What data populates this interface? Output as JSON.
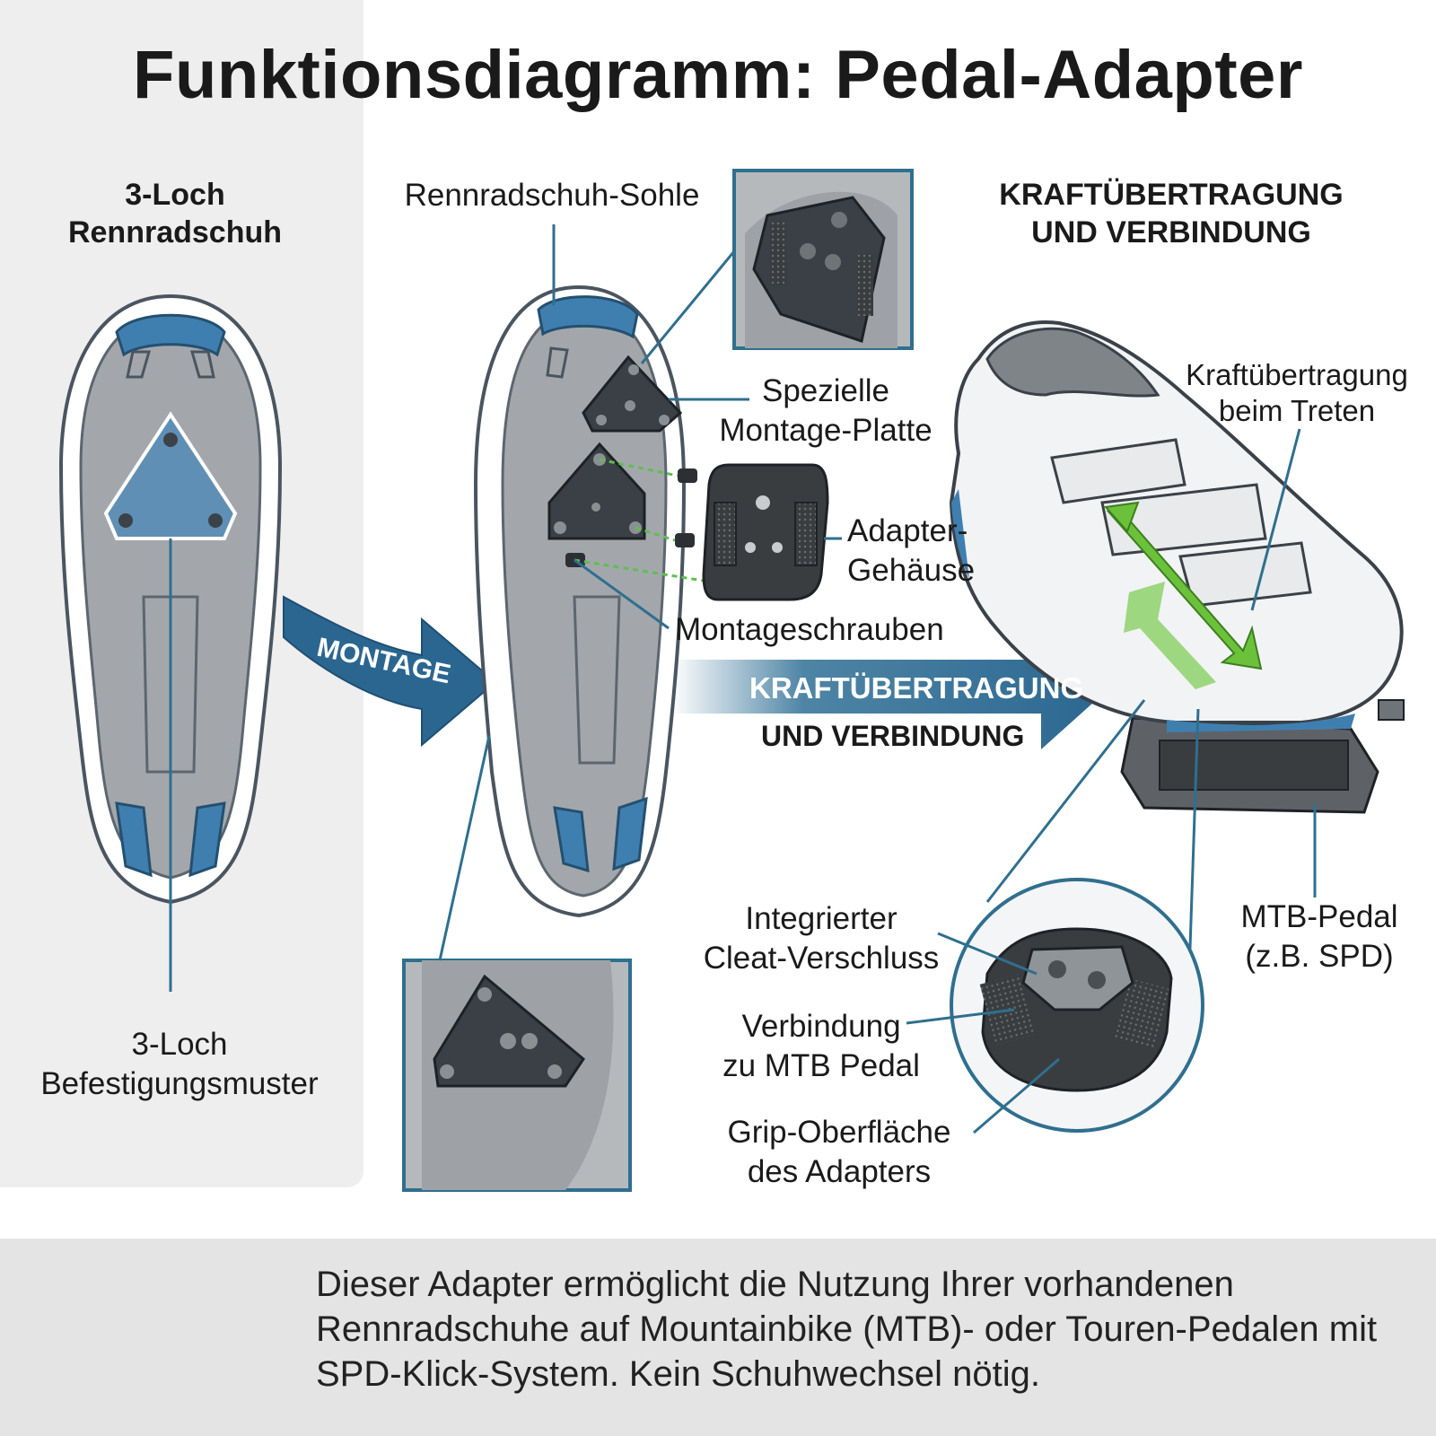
{
  "title": "Funktionsdiagramm: Pedal-Adapter",
  "left": {
    "heading": [
      "3-Loch",
      "Rennradschuh"
    ],
    "pattern_label": [
      "3-Loch",
      "Befestigungsmuster"
    ]
  },
  "middle": {
    "sole_label": "Rennradschuh-Sohle",
    "plate_label": [
      "Spezielle",
      "Montage-Platte"
    ],
    "housing_label": [
      "Adapter-",
      "Gehäuse"
    ],
    "screws_label": "Montageschrauben",
    "montage_arrow": "MONTAGE"
  },
  "center_arrow": {
    "line1": "KRAFTÜBERTRAGUNG",
    "line2": "UND VERBINDUNG"
  },
  "right": {
    "heading": [
      "KRAFTÜBERTRAGUNG",
      "UND VERBINDUNG"
    ],
    "force_label": [
      "Kraftübertragung",
      "beim Treten"
    ],
    "pedal_label": [
      "MTB-Pedal",
      "(z.B. SPD)"
    ],
    "cleat_label": [
      "Integrierter",
      "Cleat-Verschluss"
    ],
    "connect_label": [
      "Verbindung",
      "zu MTB Pedal"
    ],
    "grip_label": [
      "Grip-Oberfläche",
      "des Adapters"
    ]
  },
  "footer": {
    "text": "Dieser Adapter ermöglicht die Nutzung Ihrer vorhandenen Rennradschuhe auf Mountainbike (MTB)- oder Touren-Pedalen mit SPD-Klick-System. Kein Schuhwechsel nötig."
  },
  "colors": {
    "accent_blue": "#3f7fb0",
    "dark_blue": "#1f4f73",
    "sole_gray": "#9ea2a6",
    "green_arrow": "#6cc13b",
    "line_teal": "#2f6f8f"
  }
}
